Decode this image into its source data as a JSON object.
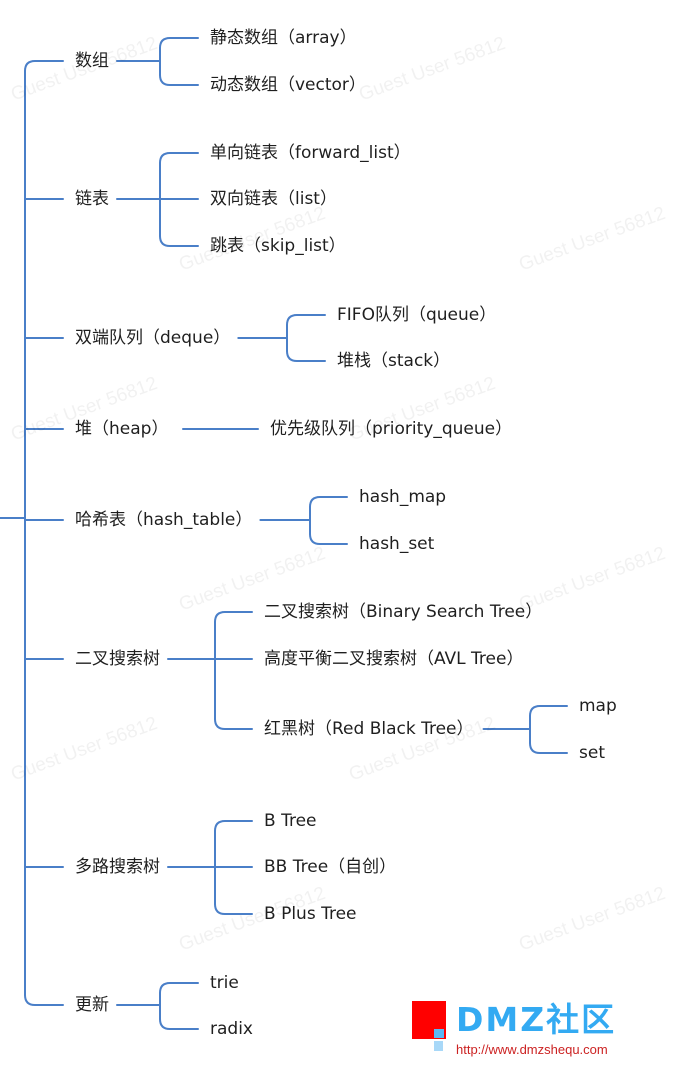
{
  "colors": {
    "line": "#4a7fc8",
    "text": "#1f1f1f",
    "logo_blue": "#33aaf2",
    "logo_red": "#ff0000",
    "url_red": "#cc2222"
  },
  "tree": {
    "root": [
      {
        "label": "数组",
        "children": [
          {
            "label": "静态数组（array）"
          },
          {
            "label": "动态数组（vector）"
          }
        ]
      },
      {
        "label": "链表",
        "children": [
          {
            "label": "单向链表（forward_list）"
          },
          {
            "label": "双向链表（list）"
          },
          {
            "label": "跳表（skip_list）"
          }
        ]
      },
      {
        "label": "双端队列（deque）",
        "children": [
          {
            "label": "FIFO队列（queue）"
          },
          {
            "label": "堆栈（stack）"
          }
        ]
      },
      {
        "label": "堆（heap）",
        "children": [
          {
            "label": "优先级队列（priority_queue）"
          }
        ]
      },
      {
        "label": "哈希表（hash_table）",
        "children": [
          {
            "label": "hash_map"
          },
          {
            "label": "hash_set"
          }
        ]
      },
      {
        "label": "二叉搜索树",
        "children": [
          {
            "label": "二叉搜索树（Binary Search Tree）"
          },
          {
            "label": "高度平衡二叉搜索树（AVL Tree）"
          },
          {
            "label": "红黑树（Red Black Tree）",
            "children": [
              {
                "label": "map"
              },
              {
                "label": "set"
              }
            ]
          }
        ]
      },
      {
        "label": "多路搜索树",
        "children": [
          {
            "label": "B Tree"
          },
          {
            "label": "BB Tree（自创）"
          },
          {
            "label": "B Plus Tree"
          }
        ]
      },
      {
        "label": "更新",
        "children": [
          {
            "label": "trie"
          },
          {
            "label": "radix"
          }
        ]
      }
    ]
  },
  "watermark": "Guest User 56812",
  "logo": {
    "text": "DMZ社区",
    "url": "http://www.dmzshequ.com"
  }
}
